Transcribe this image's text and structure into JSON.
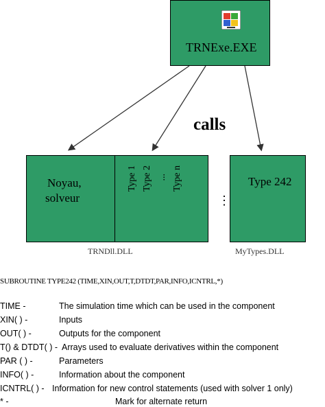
{
  "diagram": {
    "exe_label": "TRNExe.EXE",
    "calls_label": "calls",
    "noyau_line1": "Noyau,",
    "noyau_line2": "solveur",
    "types": [
      "Type 1",
      "Type 2",
      "...",
      "Type n"
    ],
    "ellipsis": "⋮",
    "type242_label": "Type 242",
    "dll_left_caption": "TRNDll.DLL",
    "dll_right_caption": "MyTypes.DLL",
    "exe_icon": "windows-logo-icon"
  },
  "document": {
    "subroutine": "SUBROUTINE TYPE242 (TIME,XIN,OUT,T,DTDT,PAR,INFO,ICNTRL,*)",
    "params": [
      {
        "name": "TIME -",
        "desc": "The simulation time which can be used in the component"
      },
      {
        "name": "XIN( ) -",
        "desc": "Inputs"
      },
      {
        "name": "OUT( ) -",
        "desc": "Outputs for the component"
      },
      {
        "name": "T() & DTDT( ) -",
        "desc": "Arrays used to evaluate derivatives within the component"
      },
      {
        "name": "PAR ( ) -",
        "desc": "Parameters"
      },
      {
        "name": "INFO( ) -",
        "desc": "Information about the component"
      },
      {
        "name": "ICNTRL( ) -",
        "desc": "Information for new control statements (used with solver 1 only)"
      },
      {
        "name": "* -",
        "desc": "Mark for alternate return"
      }
    ]
  }
}
